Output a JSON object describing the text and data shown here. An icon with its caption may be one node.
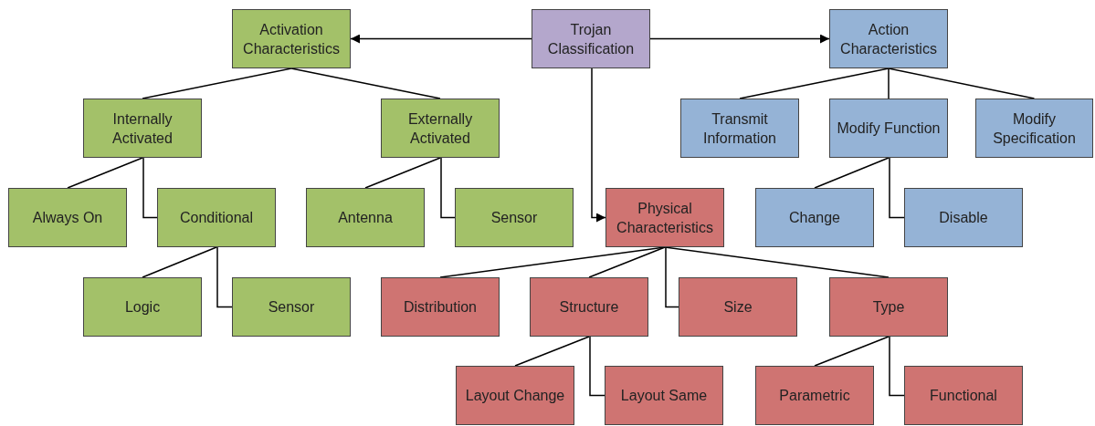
{
  "diagram": {
    "nodes": [
      {
        "text": [
          "Trojan Classification"
        ]
      },
      {
        "text": [
          "Activation Characteristics"
        ]
      },
      {
        "text": [
          "Action Characteristics"
        ]
      },
      {
        "text": [
          "Internally Activated"
        ]
      },
      {
        "text": [
          "Externally Activated"
        ]
      },
      {
        "text": [
          "Transmit Information"
        ]
      },
      {
        "text": [
          "Modify Function"
        ]
      },
      {
        "text": [
          "Modify Specification"
        ]
      },
      {
        "text": [
          "Always On"
        ]
      },
      {
        "text": [
          "Conditional"
        ]
      },
      {
        "text": [
          "Antenna"
        ]
      },
      {
        "text": [
          "Sensor"
        ]
      },
      {
        "text": [
          "Physical Characteristics"
        ]
      },
      {
        "text": [
          "Change"
        ]
      },
      {
        "text": [
          "Disable"
        ]
      },
      {
        "text": [
          "Logic"
        ]
      },
      {
        "text": [
          "Sensor"
        ]
      },
      {
        "text": [
          "Distribution"
        ]
      },
      {
        "text": [
          "Structure"
        ]
      },
      {
        "text": [
          "Size"
        ]
      },
      {
        "text": [
          "Type"
        ]
      },
      {
        "text": [
          "Layout Change"
        ]
      },
      {
        "text": [
          "Layout Same"
        ]
      },
      {
        "text": [
          "Parametric"
        ]
      },
      {
        "text": [
          "Functional"
        ]
      }
    ],
    "edges": [
      {
        "from": 0,
        "to": 1,
        "arrow": "to"
      },
      {
        "from": 0,
        "to": 2,
        "arrow": "to"
      },
      {
        "from": 0,
        "to": 12,
        "arrow": "to"
      },
      {
        "from": 1,
        "to": 3,
        "arrow": "none"
      },
      {
        "from": 1,
        "to": 4,
        "arrow": "none"
      },
      {
        "from": 2,
        "to": 5,
        "arrow": "none"
      },
      {
        "from": 2,
        "to": 6,
        "arrow": "none"
      },
      {
        "from": 2,
        "to": 7,
        "arrow": "none"
      },
      {
        "from": 3,
        "to": 8,
        "arrow": "none"
      },
      {
        "from": 3,
        "to": 9,
        "arrow": "none"
      },
      {
        "from": 4,
        "to": 10,
        "arrow": "none"
      },
      {
        "from": 4,
        "to": 11,
        "arrow": "none"
      },
      {
        "from": 6,
        "to": 13,
        "arrow": "none"
      },
      {
        "from": 6,
        "to": 14,
        "arrow": "none"
      },
      {
        "from": 9,
        "to": 15,
        "arrow": "none"
      },
      {
        "from": 9,
        "to": 16,
        "arrow": "none"
      },
      {
        "from": 12,
        "to": 17,
        "arrow": "none"
      },
      {
        "from": 12,
        "to": 18,
        "arrow": "none"
      },
      {
        "from": 12,
        "to": 19,
        "arrow": "none"
      },
      {
        "from": 12,
        "to": 20,
        "arrow": "none"
      },
      {
        "from": 18,
        "to": 21,
        "arrow": "none"
      },
      {
        "from": 18,
        "to": 22,
        "arrow": "none"
      },
      {
        "from": 20,
        "to": 23,
        "arrow": "none"
      },
      {
        "from": 20,
        "to": 24,
        "arrow": "none"
      }
    ]
  }
}
